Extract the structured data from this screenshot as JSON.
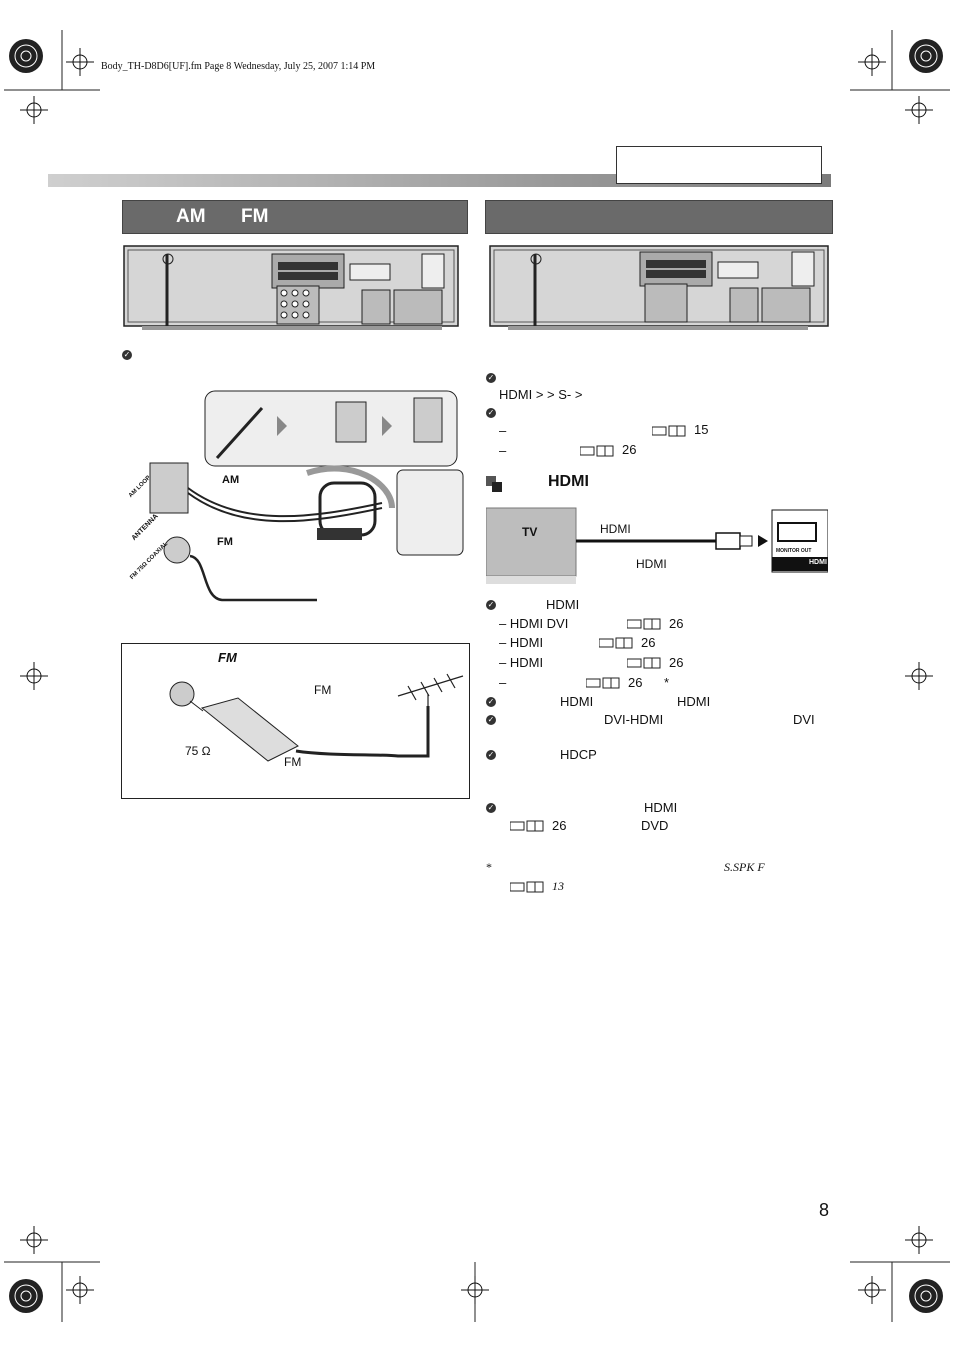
{
  "file_header": "Body_TH-D8D6[UF].fm  Page 8  Wednesday, July 25, 2007  1:14 PM",
  "page_number": "8",
  "left_section": {
    "title_a": "AM",
    "title_b": "FM",
    "label_am": "AM",
    "label_fm": "FM"
  },
  "right_section": {
    "priority": "HDMI >                > S-          >",
    "ref_15": "15",
    "ref_26": "26",
    "hdmi_heading": "HDMI",
    "tv_label": "TV",
    "hdmi_cable_top": "HDMI",
    "hdmi_cable_bottom": "HDMI",
    "notes": {
      "n1": "HDMI",
      "l1": "– HDMI DVI",
      "l2": "– HDMI",
      "l3": "– HDMI",
      "l4": "–",
      "star": "*",
      "n2a": "HDMI",
      "n2b": "HDMI",
      "n3a": "DVI-HDMI",
      "n3b": "DVI",
      "n4": "HDCP",
      "n5": "HDMI",
      "n5b": "DVD"
    },
    "footnote_star": "*",
    "footnote_spk": "S.SPK F",
    "footnote_ref": "13"
  },
  "fm_box": {
    "title": "FM",
    "fm_a": "FM",
    "ohm": "75 Ω",
    "fm_b": "FM"
  },
  "receiver_ports": {
    "monitor_out": "MONITOR OUT",
    "hdmi": "HDMI"
  },
  "antenna_labels": {
    "am_loop": "AM LOOP",
    "antenna": "ANTENNA",
    "fm_coaxial": "FM 75Ω COAXIAL"
  }
}
